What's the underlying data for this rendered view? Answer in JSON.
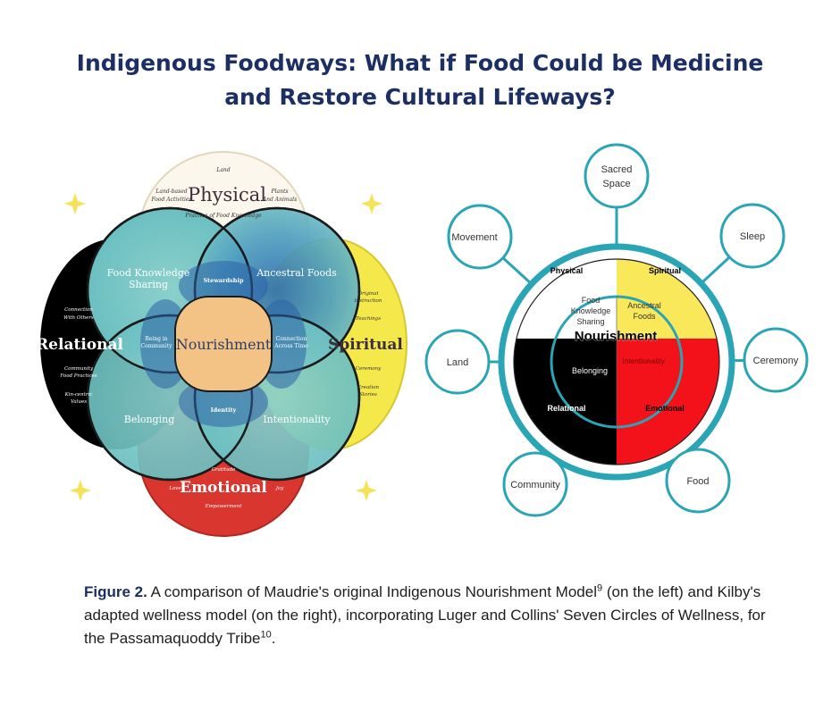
{
  "title": {
    "line1": "Indigenous Foodways: What if Food Could be Medicine",
    "line2": "and Restore Cultural Lifeways?"
  },
  "left_model": {
    "center": "Nourishment",
    "petals": {
      "food_knowledge": [
        "Food Knowledge",
        "Sharing"
      ],
      "ancestral": "Ancestral Foods",
      "belonging": "Belonging",
      "intentionality": "Intentionality"
    },
    "junctions": {
      "top": "Stewardship",
      "left": [
        "Being in",
        "Community"
      ],
      "right": [
        "Connection",
        "Across Time"
      ],
      "bottom": "Identity"
    },
    "physical": {
      "title": "Physical",
      "top": "Land",
      "left": [
        "Land-based",
        "Food Activities"
      ],
      "right": [
        "Plants",
        "And Animals"
      ],
      "bottom": "Practice of Food Knowledge"
    },
    "relational": {
      "title": "Relational",
      "top": [
        "Connection",
        "With Others"
      ],
      "middle": [
        "Community",
        "Food Practices"
      ],
      "bottom": [
        "Kin-centric",
        "Values"
      ]
    },
    "spiritual": {
      "title": "Spiritual",
      "top": [
        "Original",
        "Instruction"
      ],
      "mid": "Teachings",
      "lower": "Ceremony",
      "bottom": [
        "Creation",
        "Stories"
      ]
    },
    "emotional": {
      "title": "Emotional",
      "top": "Gratitude",
      "left": "Love",
      "right": "Joy",
      "bottom": "Empowerment"
    }
  },
  "right_model": {
    "outer_circles": [
      "Sacred Space",
      "Sleep",
      "Ceremony",
      "Food",
      "Community",
      "Land",
      "Movement"
    ],
    "quadrant_labels": {
      "physical": "Physical",
      "spiritual": "Spiritual",
      "relational": "Relational",
      "emotional": "Emotional"
    },
    "center": "Nourishment",
    "inner": {
      "food_knowledge": [
        "Food",
        "Knowledge",
        "Sharing"
      ],
      "ancestral": [
        "Ancestral",
        "Foods"
      ],
      "belonging": "Belonging",
      "intentionality": "Intentionality"
    }
  },
  "caption": {
    "label": "Figure 2.",
    "text1": " A comparison of Maudrie's original Indigenous Nourishment Model",
    "ref1": "9",
    "text2": " (on the left) and Kilby's adapted wellness model (on the right), incorporating Luger and Collins' Seven Circles of Wellness, for the Passamaquoddy Tribe",
    "ref2": "10",
    "text3": "."
  },
  "colors": {
    "title": "#1c2f64",
    "teal": "#2f98a8",
    "teal_light": "#6fc3c3",
    "blue_mid": "#3a78b0",
    "nourishment_center": "#f3c386",
    "physical_bg": "#fbf7ed",
    "spiritual": "#f5e84a",
    "emotional": "#d8362e",
    "relational": "#000000",
    "star": "#f4e25a",
    "ring": "#29a5b5",
    "quad_yellow": "#fae85b",
    "quad_red": "#f3121a"
  },
  "icons": [
    "sparkle-star-icon"
  ]
}
